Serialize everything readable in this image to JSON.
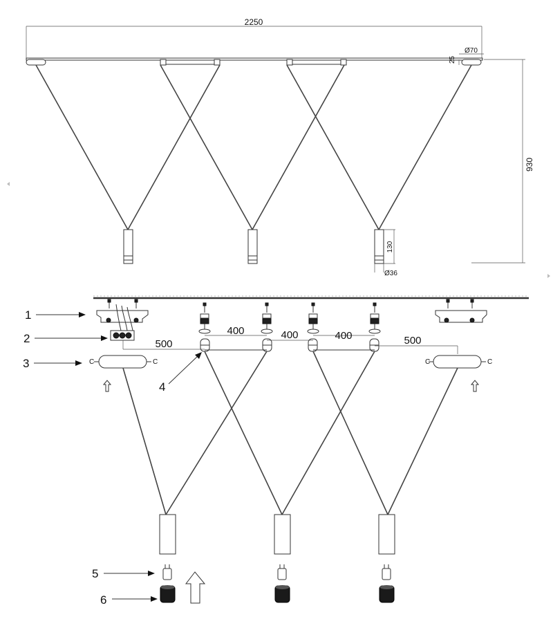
{
  "dimensions": {
    "total_length": "2250",
    "canopy_diameter": "Ø70",
    "canopy_height": "25",
    "drop_height": "930",
    "shade_height": "130",
    "shade_diameter": "Ø36",
    "spacing_outer_left": "500",
    "spacing_inner_1": "400",
    "spacing_inner_2": "400",
    "spacing_inner_3": "400",
    "spacing_outer_right": "500"
  },
  "callouts": [
    "1",
    "2",
    "3",
    "4",
    "5",
    "6"
  ]
}
